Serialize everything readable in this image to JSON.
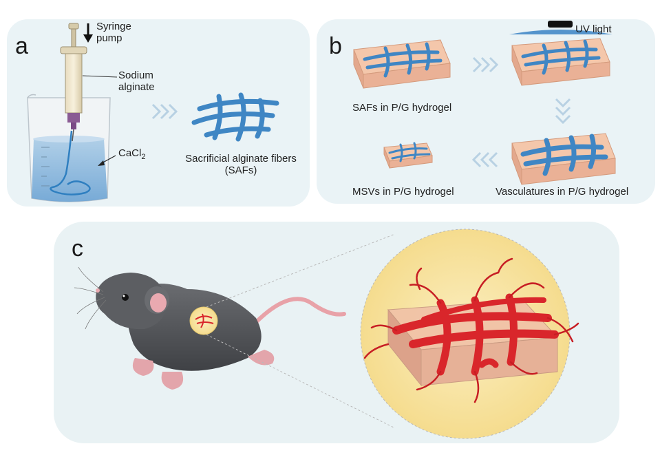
{
  "panels": {
    "a": {
      "letter": "a",
      "syringe_label": "Syringe\npump",
      "sodium_label": "Sodium\nalginate",
      "cacl_main": "CaCl",
      "cacl_sub": "2",
      "fiber_label": "Sacrificial alginate fibers\n(SAFs)"
    },
    "b": {
      "letter": "b",
      "uv_label": "UV light",
      "step1_label": "SAFs in P/G hydrogel",
      "step2_label": "Vasculatures in P/G hydrogel",
      "step3_label": "MSVs in P/G hydrogel"
    },
    "c": {
      "letter": "c"
    }
  },
  "colors": {
    "panel_bg": "#eaf3f6",
    "fiber_blue": "#4a90c8",
    "vessel_red": "#d9262b",
    "hydrogel_peach": "#f3c3a4",
    "mouse_gray": "#55575b",
    "zoom_yellow": "#f8e7a8"
  }
}
